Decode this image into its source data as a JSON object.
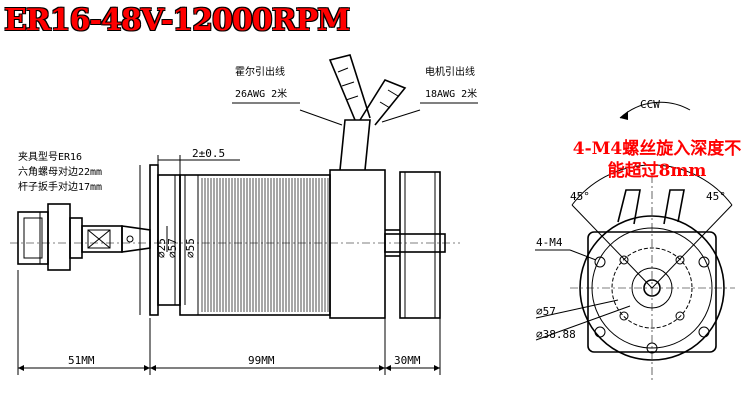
{
  "title": "ER16-48V-12000RPM",
  "labels": {
    "hall_wire": "霍尔引出线",
    "hall_wire_spec": "26AWG 2米",
    "motor_wire": "电机引出线",
    "motor_wire_spec": "18AWG 2米",
    "collet_model": "夹具型号ER16",
    "hex_nut": "六角螺母对边22mm",
    "rod_wrench": "杆子扳手对边17mm",
    "tolerance": "2±0.5",
    "dia25": "⌀25",
    "dia57": "⌀57",
    "dia55": "⌀55",
    "dim_51": "51MM",
    "dim_99": "99MM",
    "dim_30": "30MM"
  },
  "end_view": {
    "rotation": "CCW",
    "angle_left": "45°",
    "angle_right": "45°",
    "screw_label": "4-M4",
    "dia57": "⌀57",
    "dia38": "⌀38.88",
    "note": "4-M4螺丝旋入深度不能超过8mm"
  }
}
